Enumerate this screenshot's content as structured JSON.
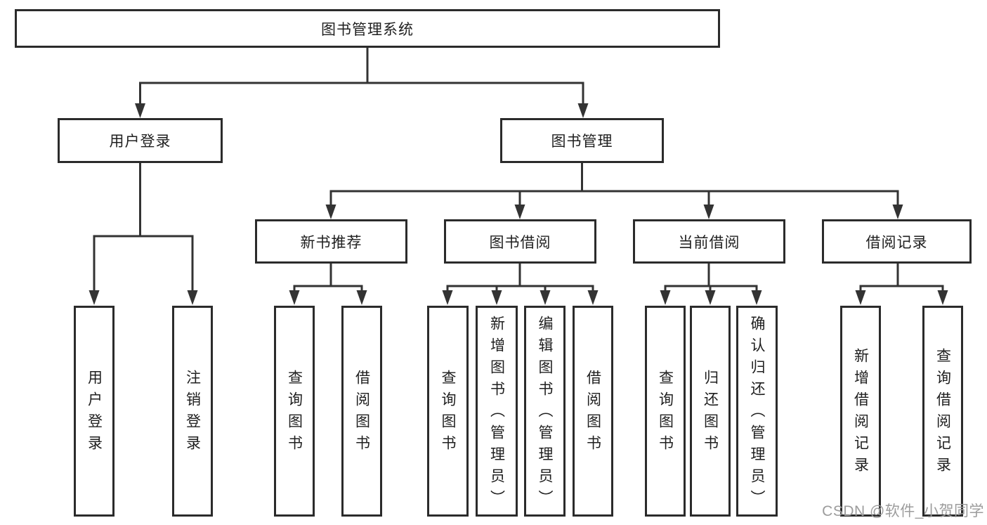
{
  "tree": {
    "root": {
      "label": "图书管理系统"
    },
    "branches": [
      {
        "label": "用户登录",
        "children": [
          {
            "label": "用户登录"
          },
          {
            "label": "注销登录"
          }
        ]
      },
      {
        "label": "图书管理",
        "children": [
          {
            "label": "新书推荐",
            "children": [
              {
                "label": "查询图书"
              },
              {
                "label": "借阅图书"
              }
            ]
          },
          {
            "label": "图书借阅",
            "children": [
              {
                "label": "查询图书"
              },
              {
                "label": "新增图书（管理员）"
              },
              {
                "label": "编辑图书（管理员）"
              },
              {
                "label": "借阅图书"
              }
            ]
          },
          {
            "label": "当前借阅",
            "children": [
              {
                "label": "查询图书"
              },
              {
                "label": "归还图书"
              },
              {
                "label": "确认归还（管理员）"
              }
            ]
          },
          {
            "label": "借阅记录",
            "children": [
              {
                "label": "新增借阅记录"
              },
              {
                "label": "查询借阅记录"
              }
            ]
          }
        ]
      }
    ]
  },
  "watermark": "CSDN @软件_小贺同学",
  "colors": {
    "line": "#333333",
    "border": "#2b2b2b",
    "text": "#1f1f1f",
    "watermark": "#9c9c9c",
    "background": "#ffffff"
  }
}
